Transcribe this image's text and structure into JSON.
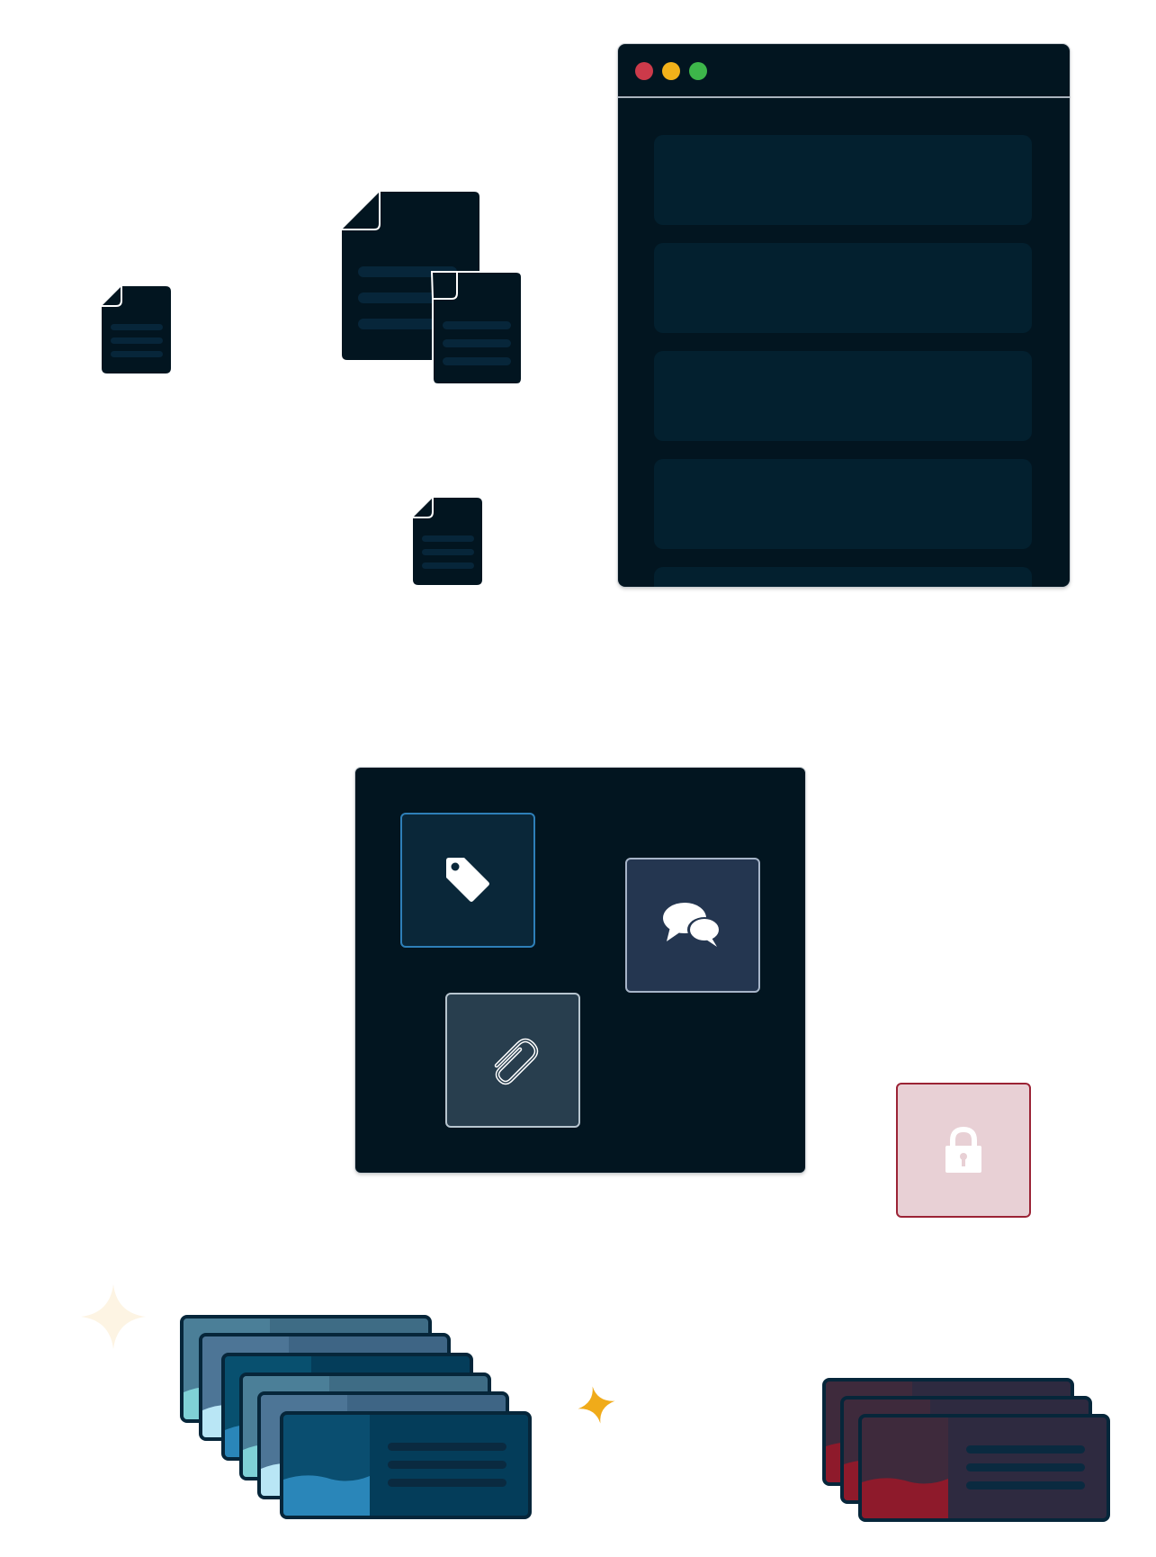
{
  "colors": {
    "background": "#ffffff",
    "dark_navy": "#021520",
    "panel": "#03202f",
    "traffic_red": "#cc3a4a",
    "traffic_yellow": "#f3b21a",
    "traffic_green": "#3db64a",
    "tag_tile_bg": "#0a2739",
    "tag_tile_border": "#2e7fb8",
    "chat_tile_bg": "#243650",
    "chat_tile_border": "#a6b4c8",
    "clip_tile_bg": "#283e4e",
    "clip_tile_border": "#b7c5cf",
    "lock_tile_bg": "#e8d0d5",
    "lock_tile_border": "#9b2335",
    "blue_card_accent": "#2a86b9",
    "red_card_accent": "#8e1a2b",
    "sparkle_gold": "#f0ab1a",
    "sparkle_cream": "#fdf4e3"
  },
  "icons": {
    "small_document": "document-icon",
    "stacked_documents": "stacked-documents-icon",
    "tag": "tag-icon",
    "chat": "chat-bubbles-icon",
    "attachment": "paperclip-icon",
    "lock": "lock-icon",
    "sparkle": "sparkle-icon"
  },
  "window": {
    "traffic_lights": [
      "close",
      "minimize",
      "maximize"
    ],
    "row_count": 5
  },
  "blue_card_stack": {
    "card_count": 6
  },
  "red_card_stack": {
    "card_count": 3
  }
}
